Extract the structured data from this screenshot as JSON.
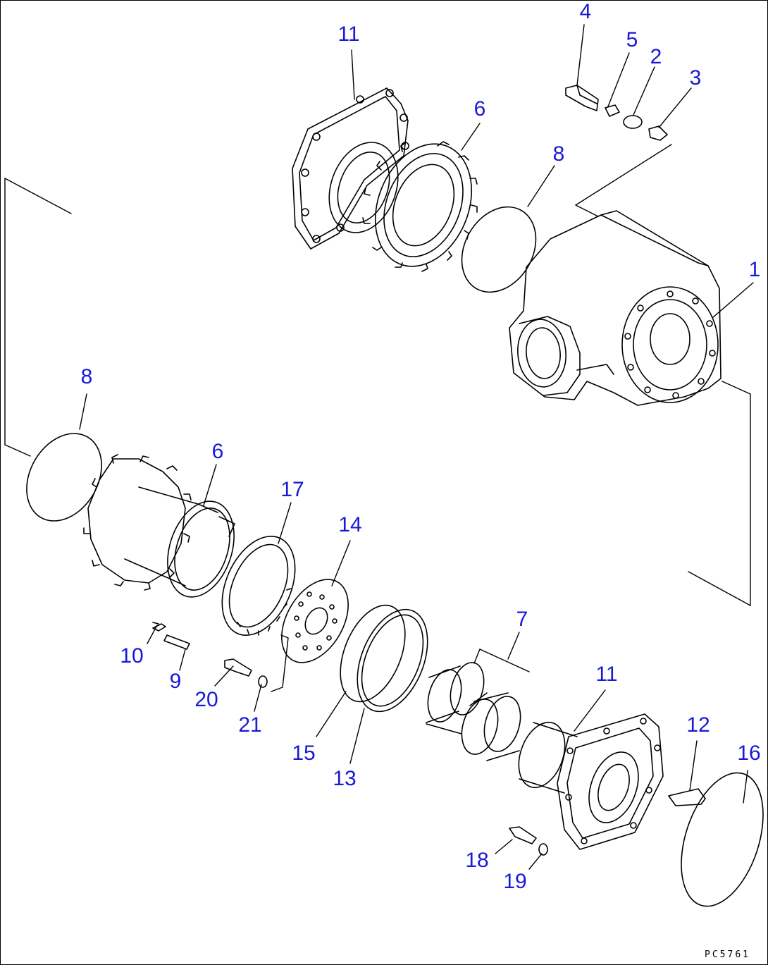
{
  "drawing": {
    "code": "PC5761",
    "callouts": [
      {
        "label": "11"
      },
      {
        "label": "4"
      },
      {
        "label": "5"
      },
      {
        "label": "2"
      },
      {
        "label": "3"
      },
      {
        "label": "6"
      },
      {
        "label": "8"
      },
      {
        "label": "1"
      },
      {
        "label": "8"
      },
      {
        "label": "6"
      },
      {
        "label": "17"
      },
      {
        "label": "14"
      },
      {
        "label": "7"
      },
      {
        "label": "11"
      },
      {
        "label": "10"
      },
      {
        "label": "9"
      },
      {
        "label": "20"
      },
      {
        "label": "21"
      },
      {
        "label": "15"
      },
      {
        "label": "13"
      },
      {
        "label": "12"
      },
      {
        "label": "16"
      },
      {
        "label": "18"
      },
      {
        "label": "19"
      }
    ]
  },
  "colors": {
    "callout": "#1919d6",
    "linework": "#000000"
  }
}
